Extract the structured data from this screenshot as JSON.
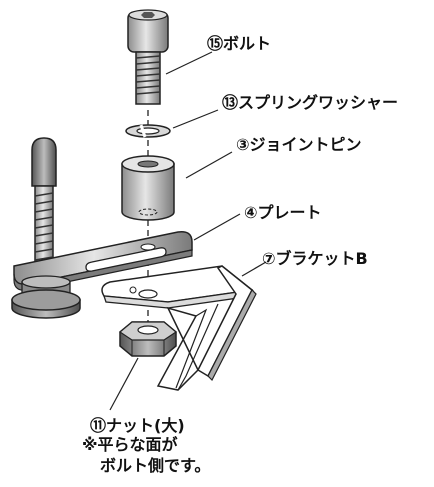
{
  "labels": {
    "bolt": "⑮ボルト",
    "spring_washer": "⑬スプリングワッシャー",
    "joint_pin": "③ジョイントピン",
    "plate": "④プレート",
    "bracket": "⑦ブラケットB",
    "nut": "⑪ナット(大)"
  },
  "note": {
    "line1": "※平らな面が",
    "line2": "ボルト側です。"
  }
}
